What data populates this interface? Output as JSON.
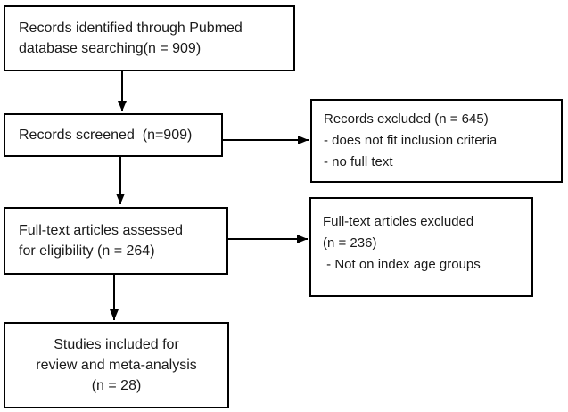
{
  "colors": {
    "ink": "#1a1a1a",
    "border": "#000000",
    "background": "#ffffff"
  },
  "flow": {
    "boxes": {
      "identified": {
        "lines": [
          "Records identified through Pubmed",
          "database searching(n = 909)"
        ]
      },
      "screened": {
        "lines": [
          "Records screened  (n=909)"
        ]
      },
      "records_excluded": {
        "lines": [
          "Records excluded (n = 645)",
          "- does not fit inclusion criteria",
          "- no full text"
        ]
      },
      "fulltext_assessed": {
        "lines": [
          "Full-text articles assessed",
          "for eligibility (n = 264)"
        ]
      },
      "fulltext_excluded": {
        "lines": [
          "Full-text articles excluded",
          "(n = 236)",
          " - Not on index age groups"
        ]
      },
      "included": {
        "lines": [
          "Studies included for",
          "review and meta-analysis",
          "(n = 28)"
        ]
      }
    }
  }
}
